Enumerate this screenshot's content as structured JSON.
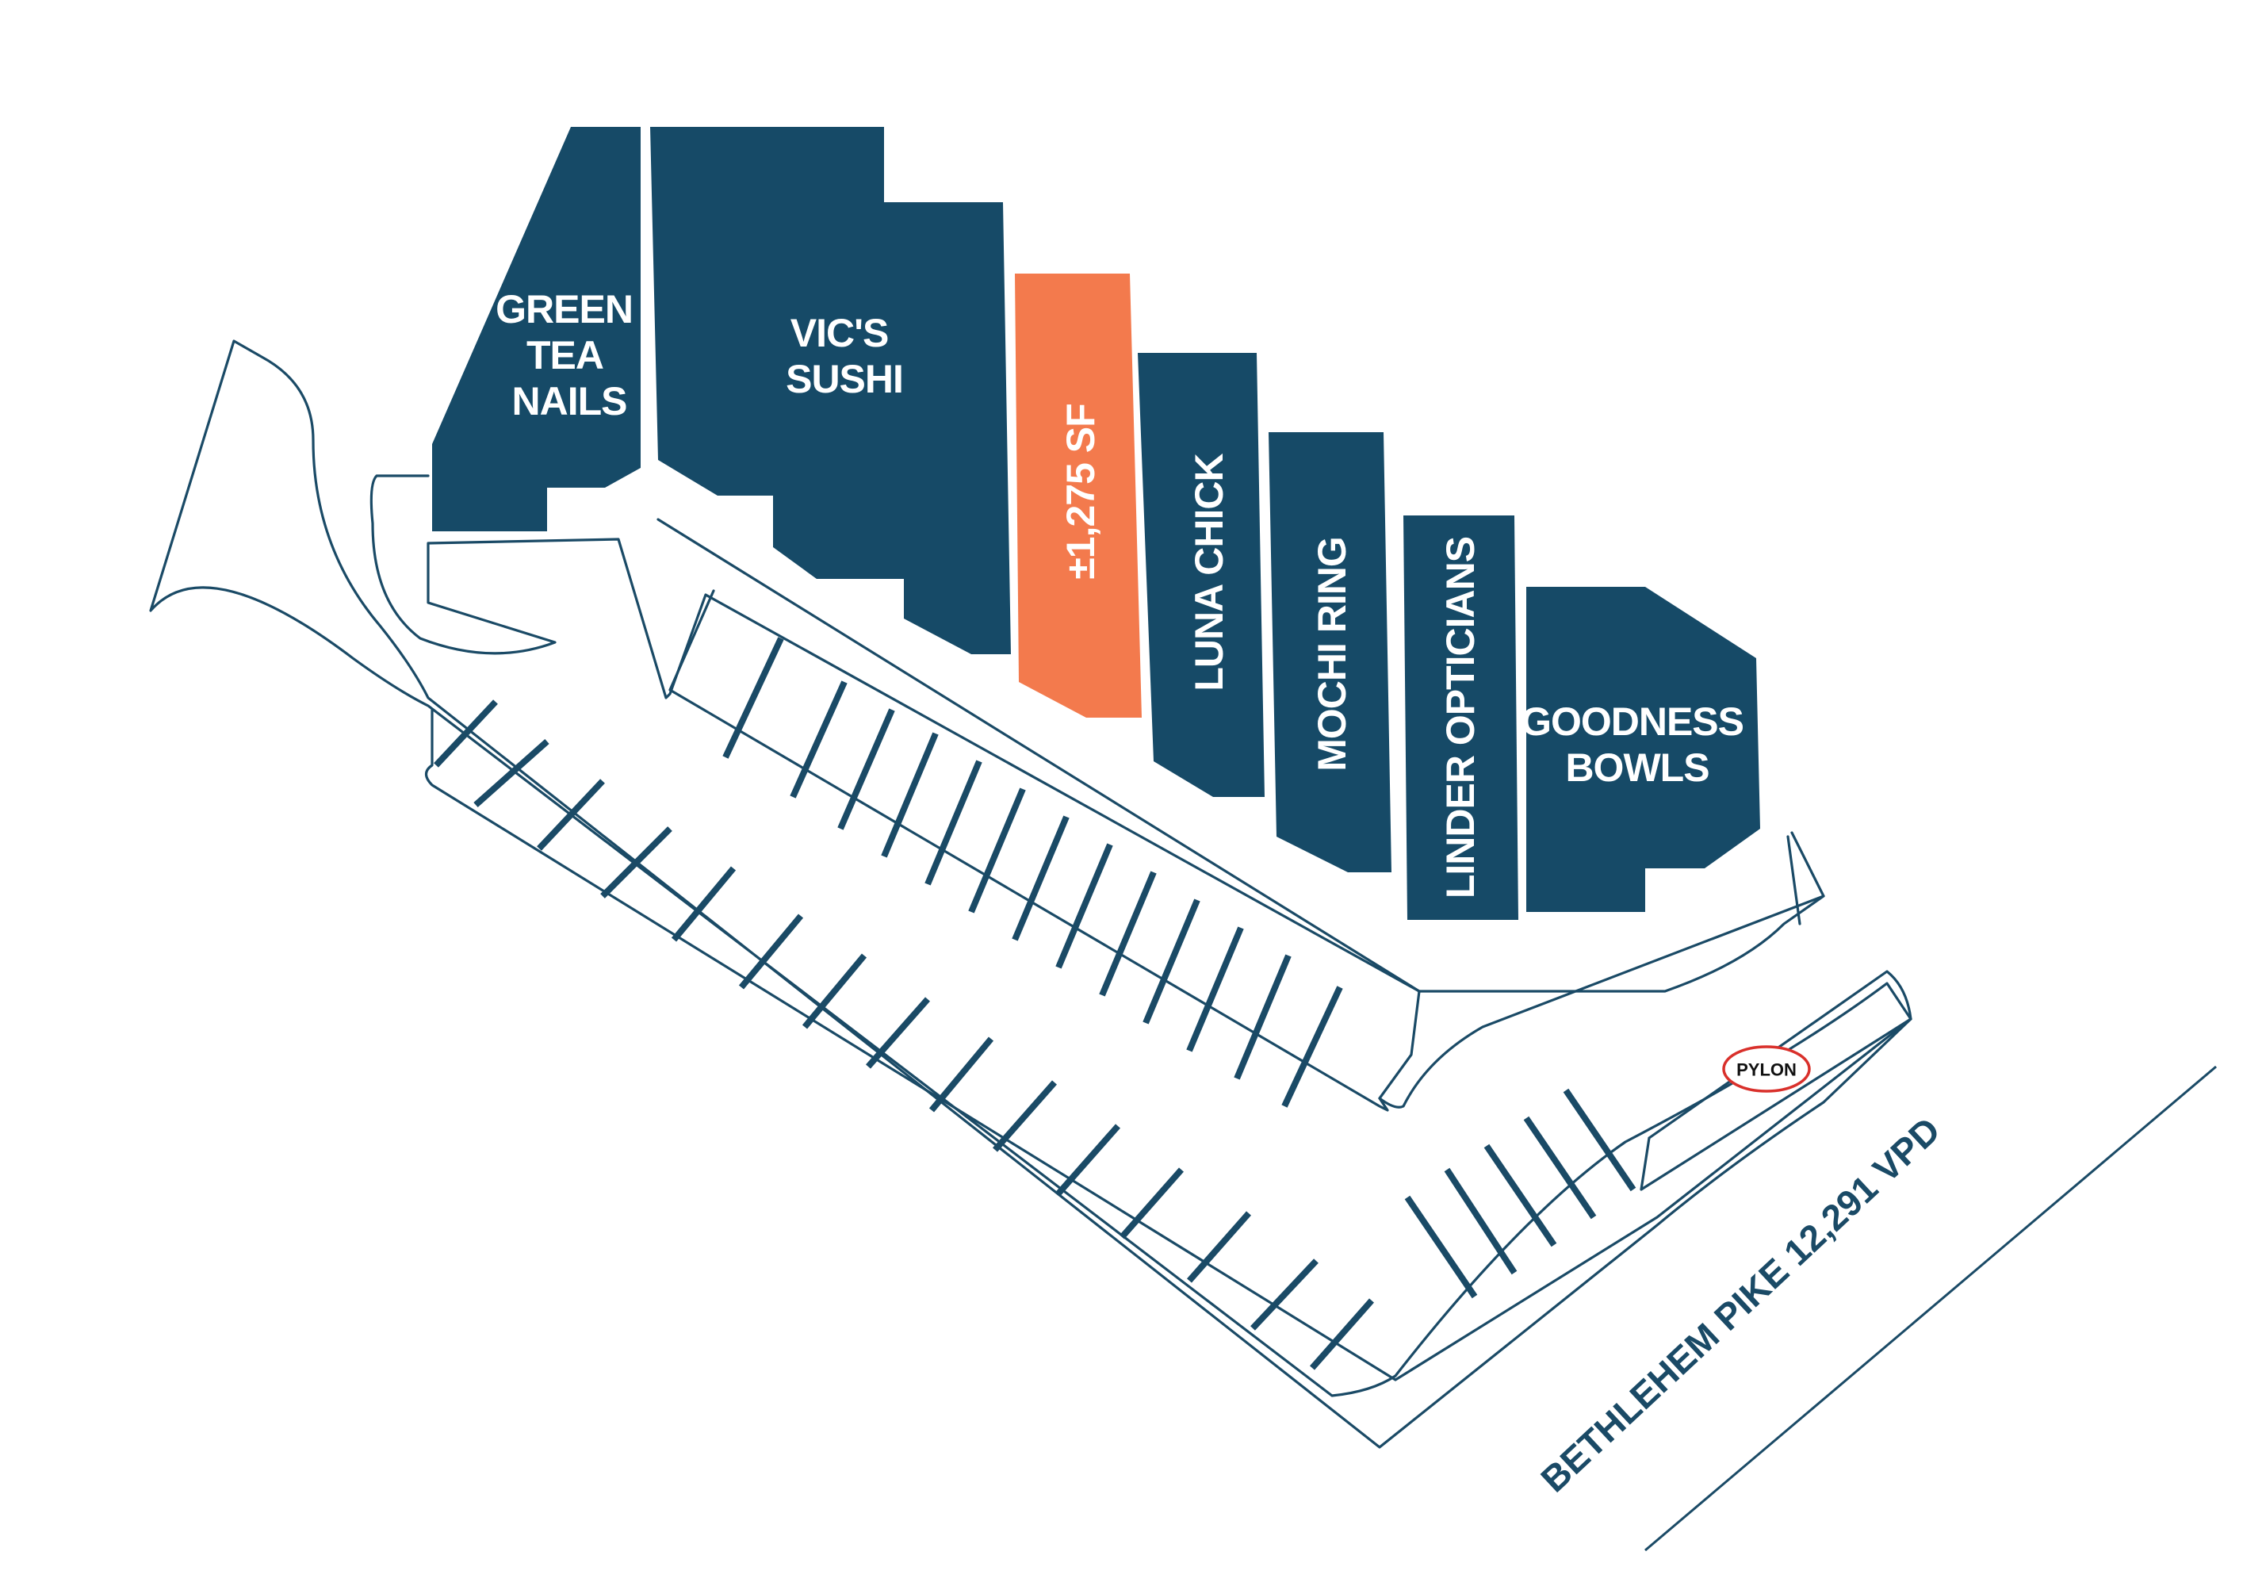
{
  "stores": {
    "green_tea_nails": "GREEN\nTEA\nNAILS",
    "vics_sushi": "VIC'S\nSUSHI",
    "vacant_unit": "±1,275 SF",
    "luna_chick": "LUNA CHICK",
    "mochi_ring": "MOCHI RING",
    "linder_opticians": "LINDER OPTICIANS",
    "goodness_bowls": "GOODNESS\nBOWLS"
  },
  "pylon": "PYLON",
  "road": "BETHLEHEM PIKE 12,291 VPD",
  "colors": {
    "store": "#164a67",
    "vacant": "#f37a4d",
    "outline": "#1a4a66",
    "pylon_ring": "#d9302b"
  }
}
